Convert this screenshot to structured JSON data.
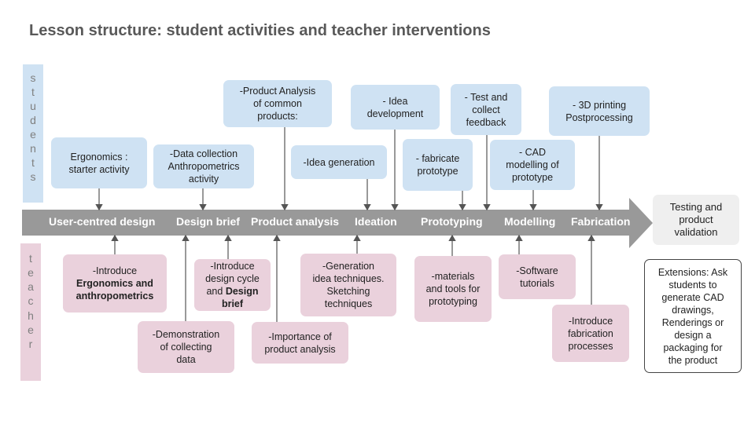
{
  "title": "Lesson structure: student activities and teacher interventions",
  "side_labels": {
    "students": "students",
    "teacher": "teacher"
  },
  "stages": [
    "User-centred design",
    "Design brief",
    "Product analysis",
    "Ideation",
    "Prototyping",
    "Modelling",
    "Fabrication"
  ],
  "end_box": [
    "Testing and",
    "product",
    "validation"
  ],
  "extensions": [
    "Extensions: Ask",
    "students to",
    "generate CAD",
    "drawings,",
    "Renderings or",
    "design a",
    "packaging for",
    "the product"
  ],
  "student_activities": [
    [
      "Ergonomics :",
      "starter activity"
    ],
    [
      "-Data collection",
      "Anthropometrics",
      "activity"
    ],
    [
      "-Product Analysis",
      "of common",
      "products:"
    ],
    [
      "-Idea generation"
    ],
    [
      "- Idea",
      "development"
    ],
    [
      "- fabricate",
      "prototype"
    ],
    [
      "- Test and",
      "collect",
      "feedback"
    ],
    [
      "- CAD",
      "modelling of",
      "prototype"
    ],
    [
      "- 3D printing",
      "Postprocessing"
    ]
  ],
  "teacher_interventions": [
    {
      "lines": [
        "-Introduce",
        "Ergonomics and",
        "anthropometrics"
      ],
      "bold_lines": [
        1,
        2
      ]
    },
    {
      "lines": [
        "-Demonstration",
        "of collecting",
        "data"
      ],
      "bold_lines": []
    },
    {
      "lines": [
        "-Introduce",
        "design cycle",
        "and Design",
        "brief"
      ],
      "bold_parts": [
        {
          "line": 2,
          "plain": "and ",
          "bold": "Design"
        }
      ],
      "bold_lines": [
        3
      ]
    },
    {
      "lines": [
        "-Importance of",
        "product analysis"
      ],
      "bold_lines": []
    },
    {
      "lines": [
        "-Generation",
        "idea techniques.",
        "Sketching",
        "techniques"
      ],
      "bold_lines": []
    },
    {
      "lines": [
        "-materials",
        "and tools for",
        "prototyping"
      ],
      "bold_lines": []
    },
    {
      "lines": [
        "-Software",
        "tutorials"
      ],
      "bold_lines": []
    },
    {
      "lines": [
        "-Introduce",
        "fabrication",
        "processes"
      ],
      "bold_lines": []
    }
  ],
  "colors": {
    "student_box": "#cfe2f3",
    "teacher_box": "#ead1dc",
    "band": "#999999",
    "end_box": "#efefef",
    "connector": "#555555"
  }
}
